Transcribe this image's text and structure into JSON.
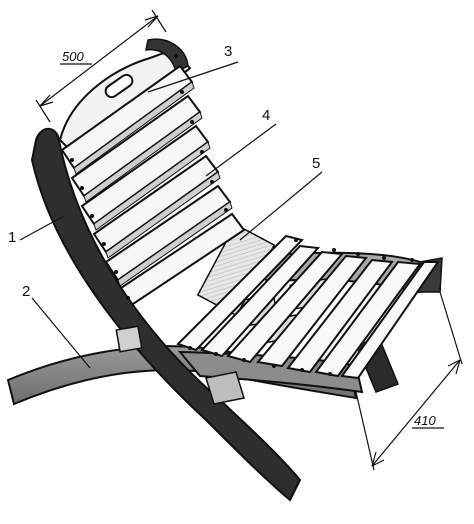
{
  "diagram": {
    "parts": [
      {
        "id": "1",
        "label": "1"
      },
      {
        "id": "2",
        "label": "2"
      },
      {
        "id": "3",
        "label": "3"
      },
      {
        "id": "4",
        "label": "4"
      },
      {
        "id": "5",
        "label": "5"
      }
    ],
    "dimensions": {
      "backrest_width": "500",
      "seat_depth": "410"
    }
  }
}
